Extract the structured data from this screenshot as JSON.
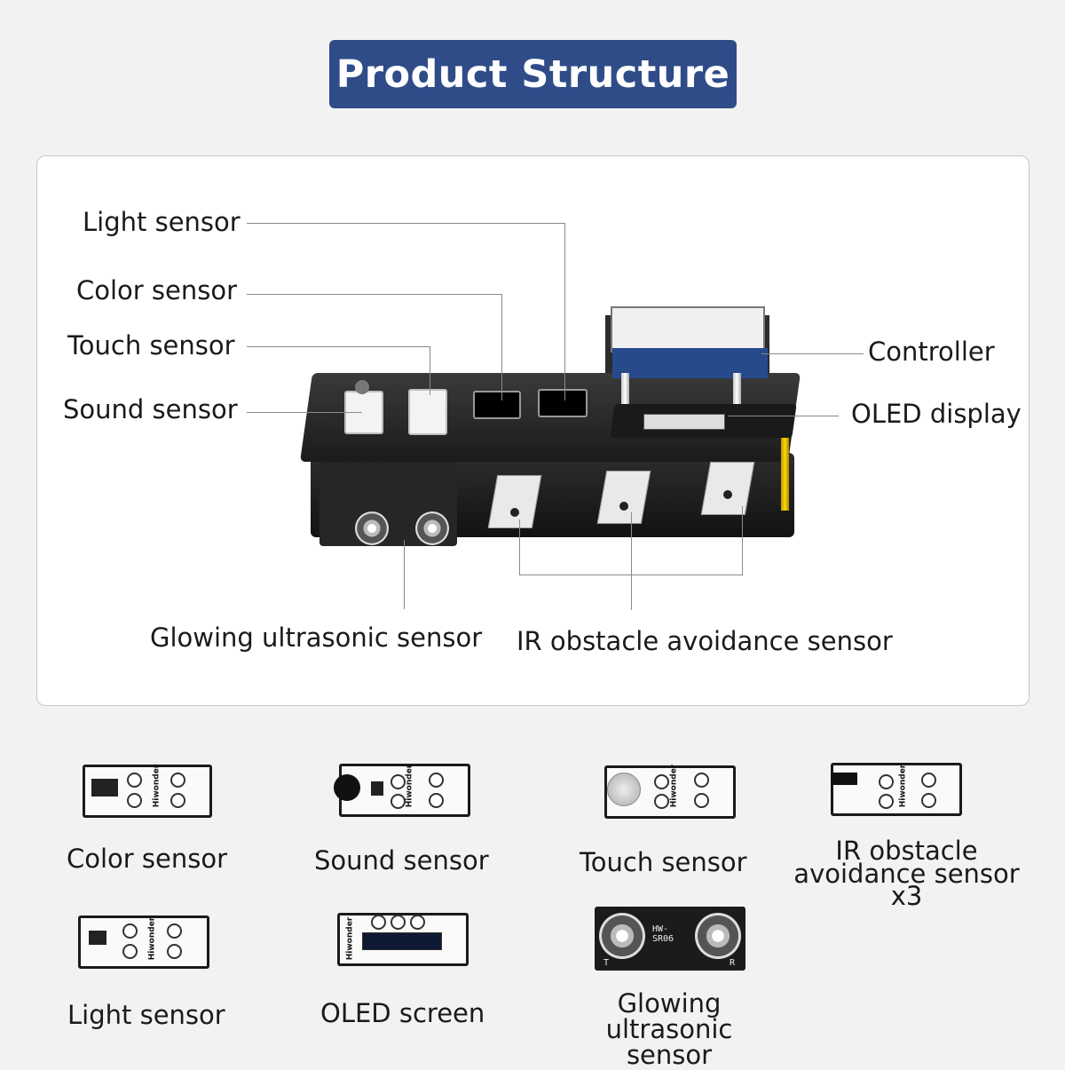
{
  "title": "Product Structure",
  "diagram": {
    "labels": {
      "light_sensor": "Light sensor",
      "color_sensor": "Color sensor",
      "touch_sensor": "Touch sensor",
      "sound_sensor": "Sound sensor",
      "controller": "Controller",
      "oled_display": "OLED display",
      "ultrasonic": "Glowing ultrasonic sensor",
      "ir_obstacle": "IR obstacle avoidance sensor"
    }
  },
  "components": [
    {
      "name": "Color sensor"
    },
    {
      "name": "Sound sensor"
    },
    {
      "name": "Touch sensor"
    },
    {
      "name": "IR obstacle\navoidance sensor x3"
    },
    {
      "name": "Light sensor"
    },
    {
      "name": "OLED screen"
    },
    {
      "name": "Glowing ultrasonic\nsensor"
    }
  ],
  "board_text": {
    "brand": "Hiwonder",
    "ultrasonic_model": "HW-SR06",
    "ultrasonic_t": "T",
    "ultrasonic_r": "R"
  },
  "colors": {
    "title_bg": "#2f4c89",
    "standoff": "#ffd800",
    "pcb_blue": "#264a8c"
  }
}
